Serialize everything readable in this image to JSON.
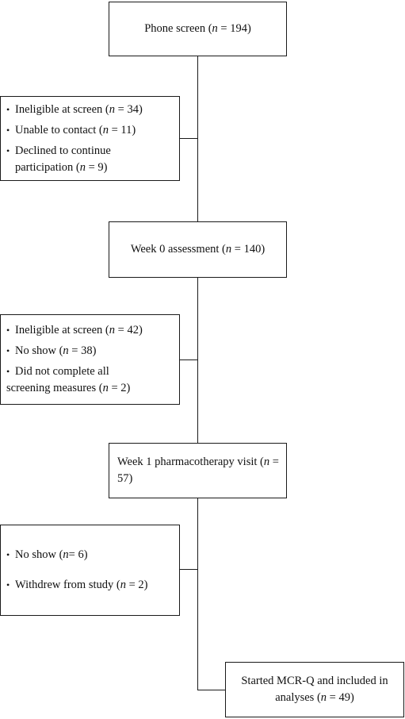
{
  "flowchart": {
    "phone_screen": {
      "label": "Phone screen (",
      "n_symbol": "n",
      "count_text": " = 194)"
    },
    "exclusion_1": {
      "items": [
        {
          "prefix": "Ineligible at screen (",
          "n_symbol": "n",
          "suffix": " = 34)"
        },
        {
          "prefix": "Unable to contact (",
          "n_symbol": "n",
          "suffix": " = 11)"
        },
        {
          "prefix": "Declined to continue participation (",
          "n_symbol": "n",
          "suffix": " = 9)"
        }
      ]
    },
    "week0": {
      "label": "Week 0 assessment (",
      "n_symbol": "n",
      "count_text": " = 140)"
    },
    "exclusion_2": {
      "items": [
        {
          "prefix": "Ineligible at screen (",
          "n_symbol": "n",
          "suffix": " = 42)"
        },
        {
          "prefix": "No show (",
          "n_symbol": "n",
          "suffix": " = 38)"
        },
        {
          "prefix": "Did not complete all screening measures (",
          "n_symbol": "n",
          "suffix": " = 2)"
        }
      ]
    },
    "week1": {
      "label": "Week 1 pharmacotherapy visit (",
      "n_symbol": "n",
      "count_text": " = 57)"
    },
    "exclusion_3": {
      "items": [
        {
          "prefix": "No show (",
          "n_symbol": "n",
          "suffix": "= 6)"
        },
        {
          "prefix": "Withdrew from study (",
          "n_symbol": "n",
          "suffix": " = 2)"
        }
      ]
    },
    "final": {
      "label": "Started MCR-Q and included in analyses (",
      "n_symbol": "n",
      "count_text": " = 49)"
    }
  }
}
